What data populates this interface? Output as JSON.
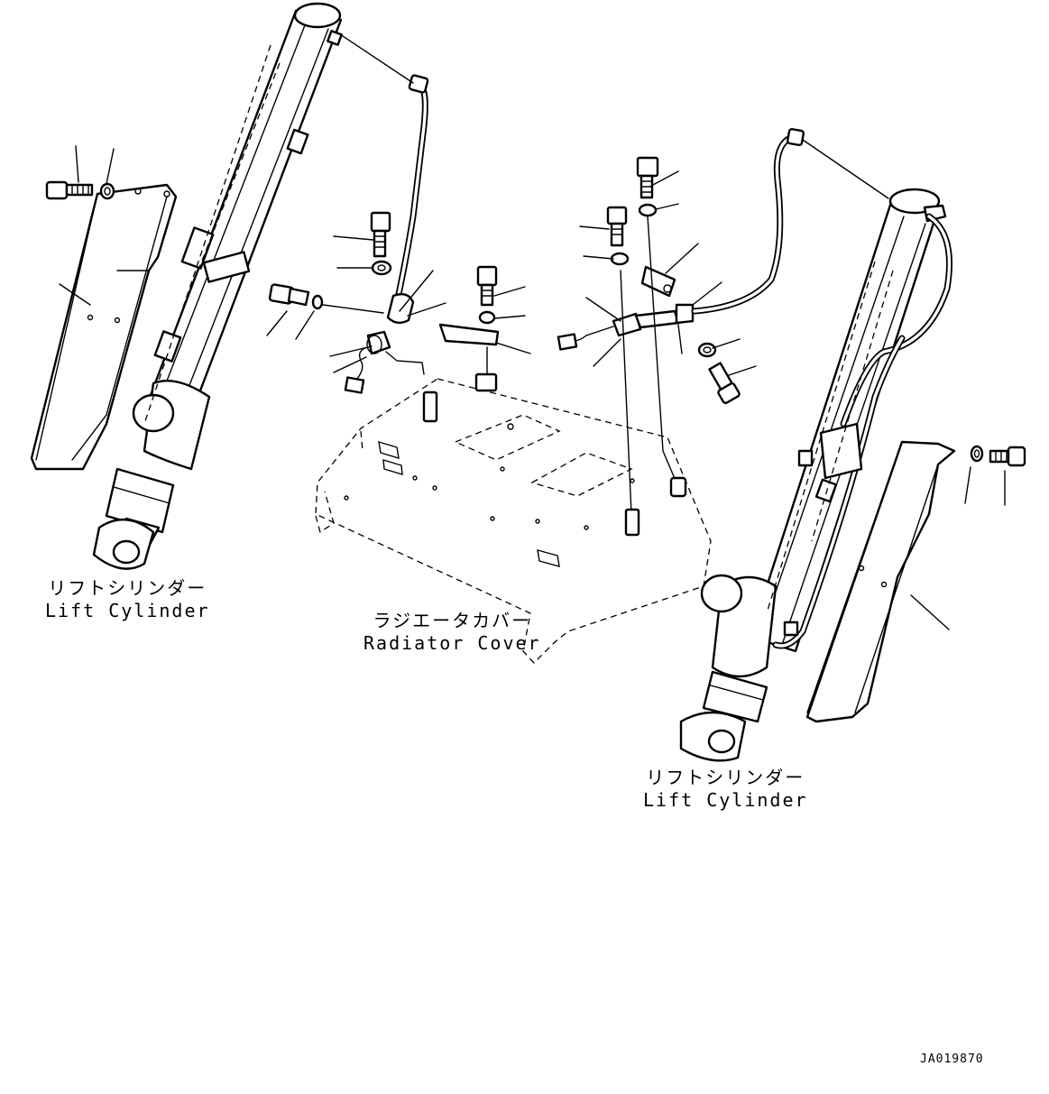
{
  "labels": {
    "left_cylinder": {
      "ja": "リフトシリンダー",
      "en": "Lift Cylinder"
    },
    "radiator_cover": {
      "ja": "ラジエータカバー",
      "en": "Radiator Cover"
    },
    "right_cylinder": {
      "ja": "リフトシリンダー",
      "en": "Lift Cylinder"
    }
  },
  "drawing_number": "JA019870",
  "colors": {
    "line": "#000000",
    "background": "#ffffff"
  }
}
